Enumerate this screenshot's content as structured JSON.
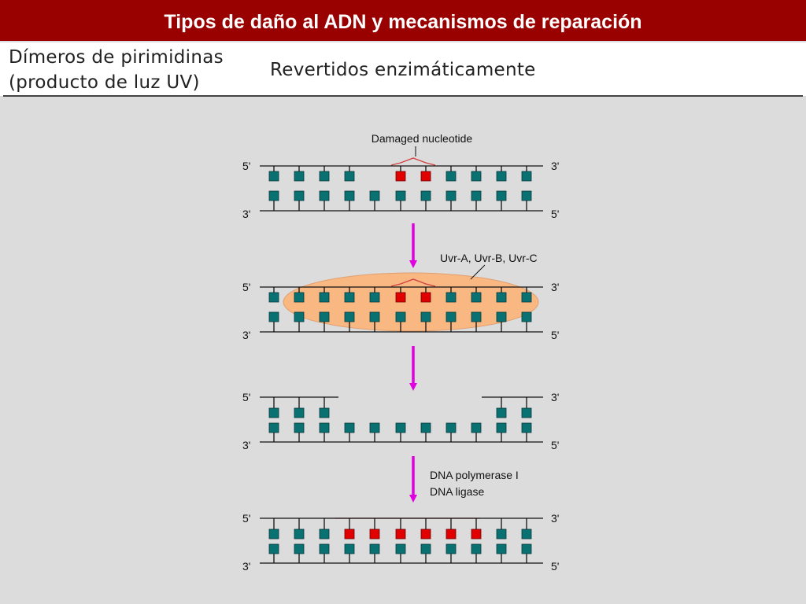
{
  "slide": {
    "title": "Tipos de daño al ADN y mecanismos de reparación"
  },
  "header": {
    "damage_type_line1": "Dímeros de pirimidinas",
    "damage_type_line2": "(producto de luz UV)",
    "repair_description": "Revertidos enzimáticamente"
  },
  "diagram": {
    "damaged_label": "Damaged nucleotide",
    "enzymes_label": "Uvr-A, Uvr-B, Uvr-C",
    "polymerase_label": "DNA polymerase I",
    "ligase_label": "DNA ligase",
    "end_5": "5'",
    "end_3": "3'",
    "colors": {
      "normal_base": "#0a7173",
      "damaged_base": "#e00000",
      "enzyme_complex": "#f9b782",
      "arrow": "#e000e0",
      "strand": "#111111",
      "damage_link": "#d04040"
    }
  }
}
